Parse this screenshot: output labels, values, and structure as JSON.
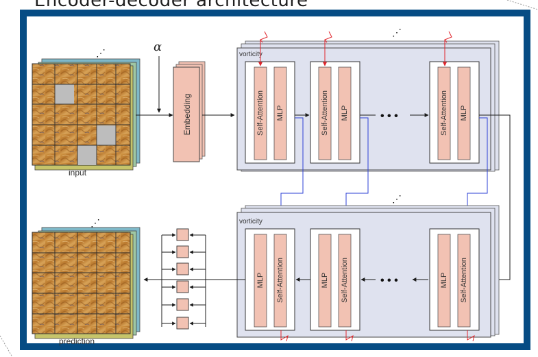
{
  "title": "Encoder-decoder architecture",
  "alpha": "α",
  "input_label": "input",
  "prediction_label": "prediction",
  "embedding_label": "Embedding",
  "encoder": {
    "channel_label": "vorticity",
    "blocks": [
      {
        "attention_label": "Self-Attention",
        "mlp_label": "MLP"
      },
      {
        "attention_label": "Self-Attention",
        "mlp_label": "MLP"
      },
      {
        "attention_label": "Self-Attention",
        "mlp_label": "MLP"
      }
    ],
    "ellipsis": "• • •",
    "stack_dots": "⋰"
  },
  "decoder": {
    "channel_label": "vorticity",
    "blocks": [
      {
        "mlp_label": "MLP",
        "attention_label": "Self-Attention"
      },
      {
        "mlp_label": "MLP",
        "attention_label": "Self-Attention"
      },
      {
        "mlp_label": "MLP",
        "attention_label": "Self-Attention"
      }
    ],
    "ellipsis": "• • •",
    "stack_dots": "⋰"
  },
  "grid_stack_dots": "⋰",
  "colors": {
    "frame": "#064c84",
    "panel": "#dfe2ef",
    "block_fill": "#f2c2b3",
    "embed_fill": "#f2c2b3",
    "arrow_red": "#e0242b",
    "arrow_blue": "#2b3fd6",
    "field_orange": "#c98b3a",
    "patch_gray": "#bdbdbd"
  }
}
